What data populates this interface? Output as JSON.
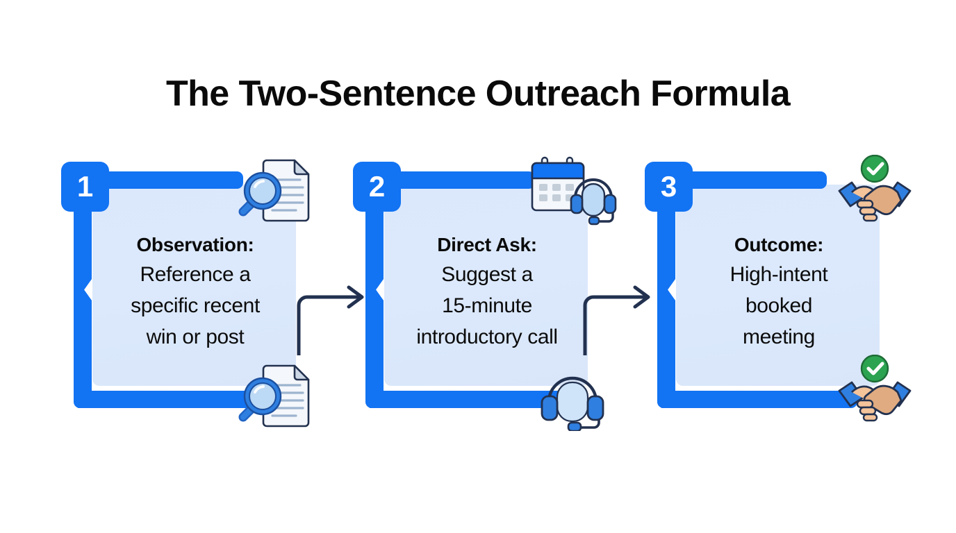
{
  "title": "The Two-Sentence Outreach Formula",
  "colors": {
    "accent_blue": "#1273f3",
    "card_fill": "#dce9fb",
    "connector_navy": "#22314f",
    "check_green": "#2ca350",
    "background": "#ffffff",
    "text": "#0b0b0b"
  },
  "steps": [
    {
      "number": "1",
      "heading": "Observation:",
      "body_lines": [
        "Reference a",
        "specific recent",
        "win or post"
      ],
      "icons": [
        "document-magnifier-icon",
        "document-magnifier-icon"
      ]
    },
    {
      "number": "2",
      "heading": "Direct Ask:",
      "body_lines": [
        "Suggest a",
        "15-minute",
        "introductory call"
      ],
      "icons": [
        "calendar-headset-icon",
        "headset-icon"
      ]
    },
    {
      "number": "3",
      "heading": "Outcome:",
      "body_lines": [
        "High-intent",
        "booked",
        "meeting"
      ],
      "icons": [
        "handshake-check-icon",
        "handshake-check-icon"
      ]
    }
  ],
  "connectors": [
    {
      "name": "arrow-step1-to-step2"
    },
    {
      "name": "arrow-step2-to-step3"
    }
  ]
}
